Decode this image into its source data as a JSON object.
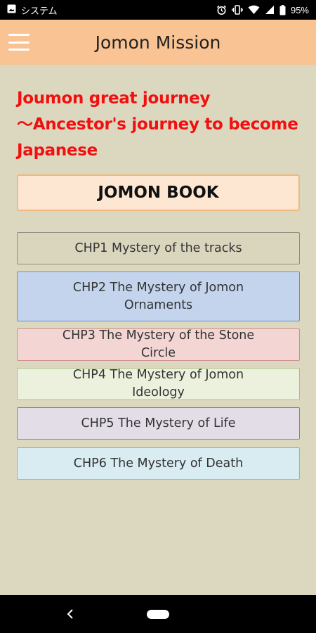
{
  "status_bar": {
    "app_label": "システム",
    "battery_percent": "95%"
  },
  "app_bar": {
    "title": "Jomon Mission"
  },
  "headline": "Joumon great journey\n〜Ancestor's journey to become Japanese",
  "headline_lines": [
    "Joumon great journey",
    "〜Ancestor's journey to become",
    "Japanese"
  ],
  "book_button": {
    "label": "JOMON BOOK"
  },
  "chapters": [
    {
      "label": "CHP1 Mystery of the tracks",
      "bg": "#dad6be",
      "border": "#8e8e80"
    },
    {
      "label": "CHP2 The Mystery of Jomon Ornaments",
      "bg": "#c3d4ec",
      "border": "#6a90c8"
    },
    {
      "label": "CHP3 The Mystery of the Stone Circle",
      "bg": "#f3d5d4",
      "border": "#d08f8d"
    },
    {
      "label": "CHP4 The Mystery of Jomon Ideology",
      "bg": "#ebf1dd",
      "border": "#a9bf86"
    },
    {
      "label": "CHP5 The Mystery of Life",
      "bg": "#e3dde8",
      "border": "#8b7fa8"
    },
    {
      "label": "CHP6 The Mystery of Death",
      "bg": "#d9ecf2",
      "border": "#7fbcd0"
    }
  ]
}
